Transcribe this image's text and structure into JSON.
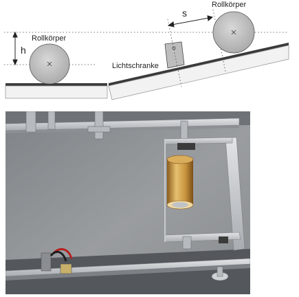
{
  "diagram": {
    "label_roll_left": "Rollkörper",
    "label_roll_right": "Rollkörper",
    "label_height": "h",
    "label_distance": "s",
    "label_light_barrier": "Lichtschranke"
  },
  "photo": {
    "description_shown": "apparatus photo"
  },
  "colors": {
    "surface_dark": "#3a3a3a",
    "surface_light": "#f2f2f2",
    "roll_fill": "#c0c0c0",
    "photo_table": "#8f9295",
    "rail": "#c9ccd0",
    "brass": "#c9953f"
  }
}
